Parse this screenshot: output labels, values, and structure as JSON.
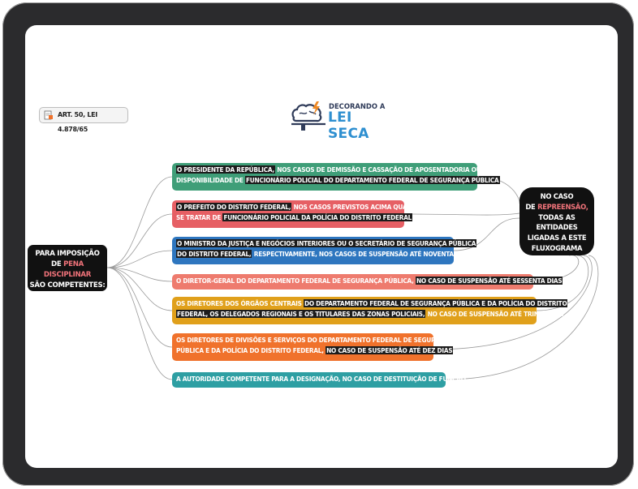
{
  "reference": {
    "label": "ART. 50, LEI 4.878/65",
    "icon": "document-icon"
  },
  "logo": {
    "top_text": "DECORANDO A",
    "main_text": "LEI SECA",
    "icon": "brain-book-icon"
  },
  "root": {
    "line1": "PARA IMPOSIÇÃO",
    "line2_prefix": "DE",
    "line2_highlight": "PENA DISCIPLINAR",
    "line3_prefix": "SÃO",
    "line3_highlight": "COMPETENTES:"
  },
  "side_note": {
    "line1": "NO CASO",
    "line2_prefix": "DE",
    "line2_highlight": "REPREENSÃO,",
    "line3": "TODAS AS ENTIDADES",
    "line4": "LIGADAS A ESTE",
    "line5": "FLUXOGRAMA"
  },
  "branches": [
    {
      "a": "O PRESIDENTE DA REPÚBLICA,",
      "b": " NOS CASOS DE DEMISSÃO E CASSAÇÃO DE APOSENTADORIA OU",
      "b2": "DISPONIBILIDADE DE ",
      "c": "FUNCIONÁRIO POLICIAL DO DEPARTAMENTO FEDERAL DE SEGURANÇA PÚBLICA"
    },
    {
      "a": "O PREFEITO DO DISTRITO FEDERAL,",
      "b": " NOS CASOS PREVISTOS ACIMA QUANDO",
      "b2": "SE TRATAR DE ",
      "c": "FUNCIONÁRIO POLICIAL DA POLÍCIA DO DISTRITO FEDERAL"
    },
    {
      "a": "O MINISTRO DA JUSTIÇA E NEGÓCIOS INTERIORES OU O SECRETÁRIO DE SEGURANÇA PÚBLICA",
      "a2": "DO DISTRITO FEDERAL,",
      "b": " RESPECTIVAMENTE, NOS CASOS DE SUSPENSÃO ATÉ NOVENTA DIAS"
    },
    {
      "a": "O DIRETOR-GERAL DO DEPARTAMENTO FEDERAL DE SEGURANÇA PÚBLICA,",
      "c": "NO CASO DE SUSPENSÃO ATÉ SESSENTA DIAS"
    },
    {
      "a": "OS DIRETORES DOS ÓRGÃOS CENTRAIS",
      "b": "DO DEPARTAMENTO FEDERAL DE SEGURANÇA PÚBLICA E DA POLÍCIA DO DISTRITO",
      "b2": "FEDERAL, OS DELEGADOS REGIONAIS E OS TITULARES DAS ZONAS POLICIAIS,",
      "c": "NO CASO DE SUSPENSÃO ATÉ TRINTA DIAS"
    },
    {
      "a": "OS DIRETORES DE DIVISÕES E SERVIÇOS DO DEPARTAMENTO FEDERAL DE SEGURANÇA",
      "a2": "PÚBLICA E DA POLÍCIA DO DISTRITO FEDERAL,",
      "c": "NO CASO DE SUSPENSÃO ATÉ DEZ DIAS"
    },
    {
      "a": "A AUTORIDADE COMPETENTE PARA A DESIGNAÇÃO, NO CASO DE DESTITUIÇÃO DE FUNÇÃO"
    }
  ],
  "colors": {
    "green": "#3f9e78",
    "red": "#e65f64",
    "blue": "#2e76bf",
    "salmon": "#ee7b6e",
    "yellow": "#e0a01b",
    "orange": "#f0722c",
    "teal": "#2e9fa3",
    "dark": "#111111"
  }
}
